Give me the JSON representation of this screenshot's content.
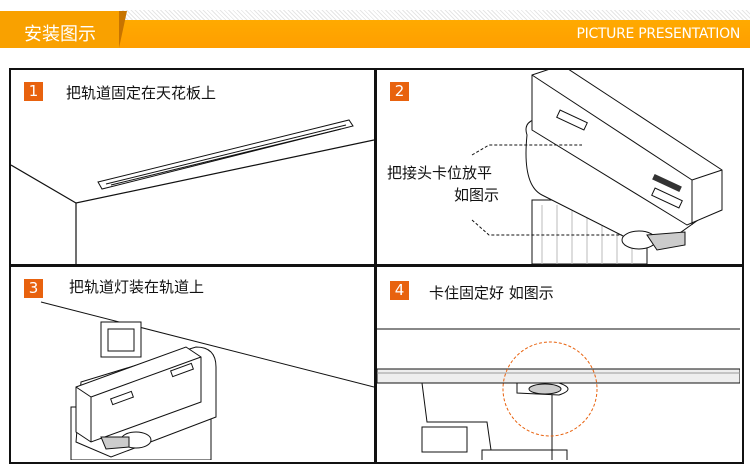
{
  "header": {
    "title": "安装图示",
    "subtitle": "PICTURE PRESENTATION",
    "accent": "#ff9e00",
    "step_color": "#e8620e"
  },
  "steps": [
    {
      "number": "1",
      "caption": "把轨道固定在天花板上"
    },
    {
      "number": "2",
      "caption_line1": "把接头卡位放平",
      "caption_line2": "如图示"
    },
    {
      "number": "3",
      "caption": "把轨道灯装在轨道上"
    },
    {
      "number": "4",
      "caption": "卡住固定好  如图示"
    }
  ]
}
